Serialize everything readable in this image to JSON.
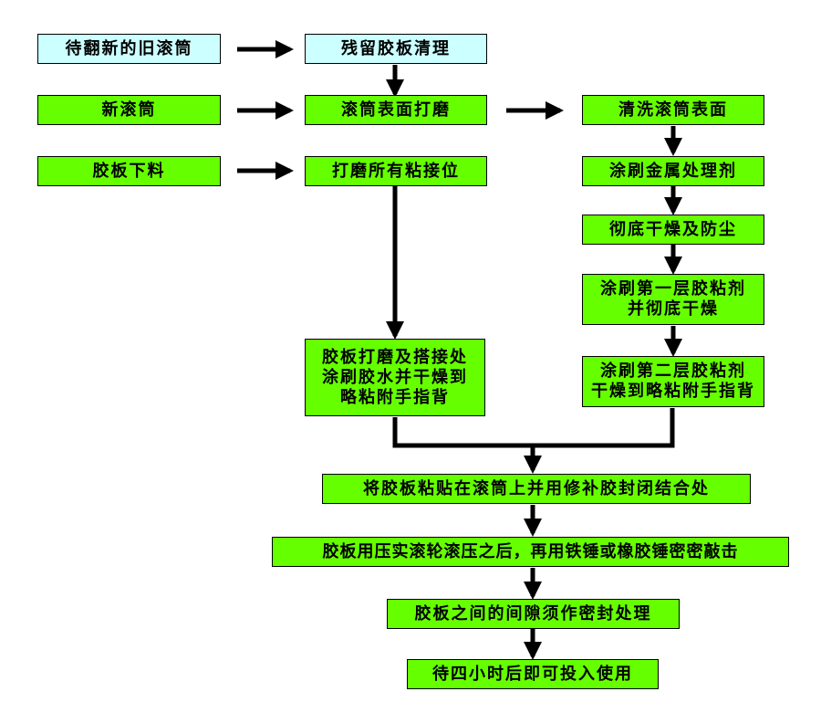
{
  "colors": {
    "cyan": "#ccffff",
    "green": "#66ff00",
    "ink": "#000000"
  },
  "nodes": {
    "old_roller": "待翻新的旧滚筒",
    "residual_cleanup": "残留胶板清理",
    "new_roller": "新滚筒",
    "roller_grinding": "滚筒表面打磨",
    "wash_surface": "清洗滚筒表面",
    "sheet_cutting": "胶板下料",
    "grind_joints": "打磨所有粘接位",
    "metal_treatment": "涂刷金属处理剂",
    "dry_dustproof": "彻底干燥及防尘",
    "first_adhesive": [
      "涂刷第一层胶粘剂",
      "并彻底干燥"
    ],
    "second_adhesive": [
      "涂刷第二层胶粘剂",
      "干燥到略粘附手指背"
    ],
    "sheet_grinding": [
      "胶板打磨及搭接处",
      "涂刷胶水并干燥到",
      "略粘附手指背"
    ],
    "bond_sheet": "将胶板粘贴在滚筒上并用修补胶封闭结合处",
    "press_sheet": "胶板用压实滚轮滚压之后，再用铁锤或橡胶锤密密敲击",
    "seal_gaps": "胶板之间的间隙须作密封处理",
    "wait_use": "待四小时后即可投入使用"
  }
}
